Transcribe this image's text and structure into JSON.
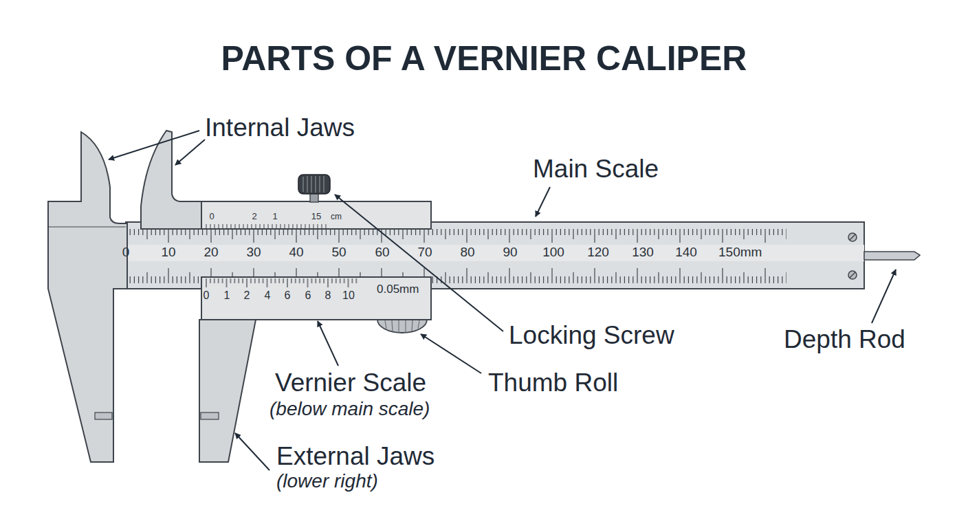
{
  "diagram": {
    "title": "PARTS OF A VERNIER CALIPER",
    "labels": [
      "0",
      "10",
      "20",
      "30",
      "40",
      "50",
      "60",
      "70",
      "80",
      "90",
      "100",
      "120",
      "130",
      "140",
      "150mm",
      "0",
      "2",
      "1",
      "15",
      "cm",
      "0",
      "1",
      "2",
      "4",
      "6",
      "6",
      "8",
      "10",
      "0.05mm",
      "Internal Jaws",
      "Main Scale",
      "Locking Screw",
      "Depth Rod",
      "Vernier Scale",
      "(below main scale)",
      "Thumb Roll",
      "External Jaws",
      "(lower right)"
    ]
  }
}
